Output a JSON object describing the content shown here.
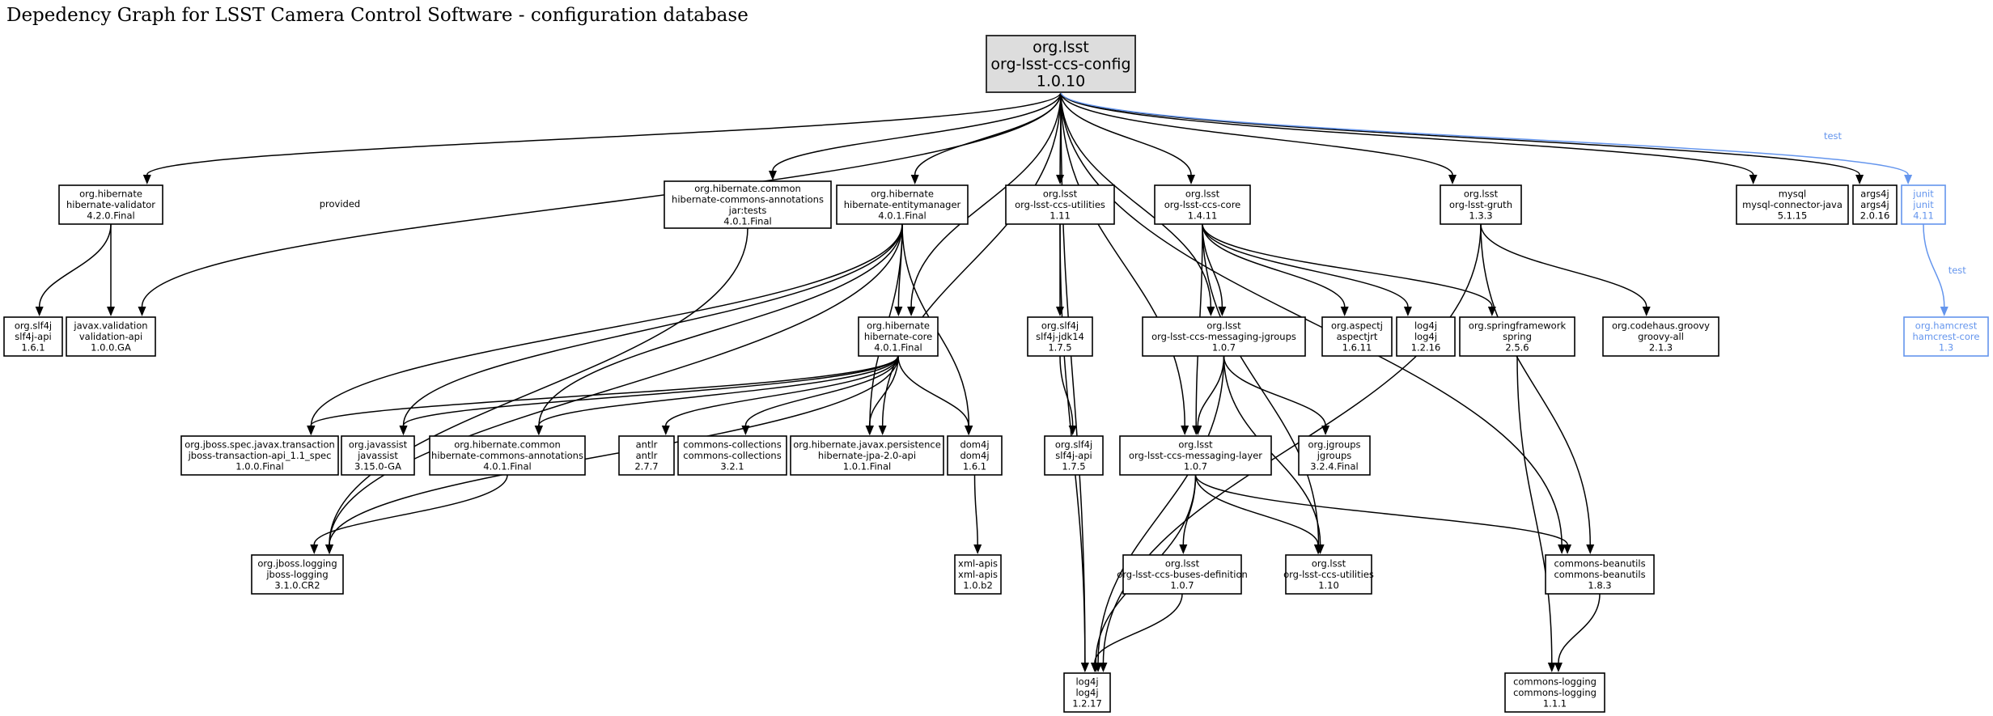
{
  "title": "Depedency Graph for LSST Camera Control Software - configuration database",
  "colors": {
    "test": "#6495ed",
    "root_fill": "#dddddd",
    "default": "#000000"
  },
  "nodes": [
    {
      "id": "root",
      "group": "org.lsst",
      "artifact": "org-lsst-ccs-config",
      "version": "1.0.10",
      "kind": "root"
    },
    {
      "id": "hib-validator",
      "group": "org.hibernate",
      "artifact": "hibernate-validator",
      "version": "4.2.0.Final"
    },
    {
      "id": "hca-tests",
      "group": "org.hibernate.common",
      "artifact": "hibernate-commons-annotations",
      "classifier": "jar:tests",
      "version": "4.0.1.Final"
    },
    {
      "id": "hib-em",
      "group": "org.hibernate",
      "artifact": "hibernate-entitymanager",
      "version": "4.0.1.Final"
    },
    {
      "id": "ccs-utilities-111",
      "group": "org.lsst",
      "artifact": "org-lsst-ccs-utilities",
      "version": "1.11"
    },
    {
      "id": "ccs-core",
      "group": "org.lsst",
      "artifact": "org-lsst-ccs-core",
      "version": "1.4.11"
    },
    {
      "id": "gruth",
      "group": "org.lsst",
      "artifact": "org-lsst-gruth",
      "version": "1.3.3"
    },
    {
      "id": "mysql",
      "group": "mysql",
      "artifact": "mysql-connector-java",
      "version": "5.1.15"
    },
    {
      "id": "args4j",
      "group": "args4j",
      "artifact": "args4j",
      "version": "2.0.16"
    },
    {
      "id": "junit",
      "group": "junit",
      "artifact": "junit",
      "version": "4.11",
      "kind": "test"
    },
    {
      "id": "slf4j-api-161",
      "group": "org.slf4j",
      "artifact": "slf4j-api",
      "version": "1.6.1"
    },
    {
      "id": "validation-api",
      "group": "javax.validation",
      "artifact": "validation-api",
      "version": "1.0.0.GA"
    },
    {
      "id": "hib-core",
      "group": "org.hibernate",
      "artifact": "hibernate-core",
      "version": "4.0.1.Final"
    },
    {
      "id": "slf4j-jdk14",
      "group": "org.slf4j",
      "artifact": "slf4j-jdk14",
      "version": "1.7.5"
    },
    {
      "id": "msg-jgroups",
      "group": "org.lsst",
      "artifact": "org-lsst-ccs-messaging-jgroups",
      "version": "1.0.7"
    },
    {
      "id": "aspectjrt",
      "group": "org.aspectj",
      "artifact": "aspectjrt",
      "version": "1.6.11"
    },
    {
      "id": "log4j-1216",
      "group": "log4j",
      "artifact": "log4j",
      "version": "1.2.16"
    },
    {
      "id": "spring",
      "group": "org.springframework",
      "artifact": "spring",
      "version": "2.5.6"
    },
    {
      "id": "groovy",
      "group": "org.codehaus.groovy",
      "artifact": "groovy-all",
      "version": "2.1.3"
    },
    {
      "id": "hamcrest",
      "group": "org.hamcrest",
      "artifact": "hamcrest-core",
      "version": "1.3",
      "kind": "test"
    },
    {
      "id": "jboss-tx",
      "group": "org.jboss.spec.javax.transaction",
      "artifact": "jboss-transaction-api_1.1_spec",
      "version": "1.0.0.Final"
    },
    {
      "id": "javassist",
      "group": "org.javassist",
      "artifact": "javassist",
      "version": "3.15.0-GA"
    },
    {
      "id": "hca",
      "group": "org.hibernate.common",
      "artifact": "hibernate-commons-annotations",
      "version": "4.0.1.Final"
    },
    {
      "id": "antlr",
      "group": "antlr",
      "artifact": "antlr",
      "version": "2.7.7"
    },
    {
      "id": "commons-collections",
      "group": "commons-collections",
      "artifact": "commons-collections",
      "version": "3.2.1"
    },
    {
      "id": "jpa-api",
      "group": "org.hibernate.javax.persistence",
      "artifact": "hibernate-jpa-2.0-api",
      "version": "1.0.1.Final"
    },
    {
      "id": "dom4j",
      "group": "dom4j",
      "artifact": "dom4j",
      "version": "1.6.1"
    },
    {
      "id": "slf4j-api-175",
      "group": "org.slf4j",
      "artifact": "slf4j-api",
      "version": "1.7.5"
    },
    {
      "id": "msg-layer",
      "group": "org.lsst",
      "artifact": "org-lsst-ccs-messaging-layer",
      "version": "1.0.7"
    },
    {
      "id": "jgroups",
      "group": "org.jgroups",
      "artifact": "jgroups",
      "version": "3.2.4.Final"
    },
    {
      "id": "jboss-logging",
      "group": "org.jboss.logging",
      "artifact": "jboss-logging",
      "version": "3.1.0.CR2"
    },
    {
      "id": "xml-apis",
      "group": "xml-apis",
      "artifact": "xml-apis",
      "version": "1.0.b2"
    },
    {
      "id": "buses-def",
      "group": "org.lsst",
      "artifact": "org-lsst-ccs-buses-definition",
      "version": "1.0.7"
    },
    {
      "id": "ccs-utilities-110",
      "group": "org.lsst",
      "artifact": "org-lsst-ccs-utilities",
      "version": "1.10"
    },
    {
      "id": "beanutils",
      "group": "commons-beanutils",
      "artifact": "commons-beanutils",
      "version": "1.8.3"
    },
    {
      "id": "log4j-1217",
      "group": "log4j",
      "artifact": "log4j",
      "version": "1.2.17"
    },
    {
      "id": "commons-logging",
      "group": "commons-logging",
      "artifact": "commons-logging",
      "version": "1.1.1"
    }
  ],
  "edges": [
    {
      "from": "root",
      "to": "hib-validator"
    },
    {
      "from": "root",
      "to": "validation-api",
      "label": "provided"
    },
    {
      "from": "root",
      "to": "hca-tests"
    },
    {
      "from": "root",
      "to": "hib-em"
    },
    {
      "from": "root",
      "to": "hib-core"
    },
    {
      "from": "root",
      "to": "jpa-api"
    },
    {
      "from": "root",
      "to": "ccs-utilities-111"
    },
    {
      "from": "root",
      "to": "log4j-1217"
    },
    {
      "from": "root",
      "to": "msg-layer"
    },
    {
      "from": "root",
      "to": "msg-jgroups"
    },
    {
      "from": "root",
      "to": "ccs-core"
    },
    {
      "from": "root",
      "to": "gruth"
    },
    {
      "from": "root",
      "to": "beanutils"
    },
    {
      "from": "root",
      "to": "mysql"
    },
    {
      "from": "root",
      "to": "args4j"
    },
    {
      "from": "root",
      "to": "junit",
      "label": "test",
      "kind": "test"
    },
    {
      "from": "hib-validator",
      "to": "slf4j-api-161"
    },
    {
      "from": "hib-validator",
      "to": "validation-api"
    },
    {
      "from": "hca-tests",
      "to": "jboss-logging"
    },
    {
      "from": "hib-em",
      "to": "hib-core"
    },
    {
      "from": "hib-em",
      "to": "jboss-tx"
    },
    {
      "from": "hib-em",
      "to": "javassist"
    },
    {
      "from": "hib-em",
      "to": "hca"
    },
    {
      "from": "hib-em",
      "to": "jpa-api"
    },
    {
      "from": "hib-em",
      "to": "dom4j"
    },
    {
      "from": "hib-em",
      "to": "jboss-logging"
    },
    {
      "from": "hib-core",
      "to": "jboss-tx"
    },
    {
      "from": "hib-core",
      "to": "javassist"
    },
    {
      "from": "hib-core",
      "to": "hca"
    },
    {
      "from": "hib-core",
      "to": "antlr"
    },
    {
      "from": "hib-core",
      "to": "commons-collections"
    },
    {
      "from": "hib-core",
      "to": "jpa-api"
    },
    {
      "from": "hib-core",
      "to": "dom4j"
    },
    {
      "from": "hib-core",
      "to": "jboss-logging"
    },
    {
      "from": "hca",
      "to": "jboss-logging"
    },
    {
      "from": "dom4j",
      "to": "xml-apis"
    },
    {
      "from": "ccs-utilities-111",
      "to": "slf4j-jdk14"
    },
    {
      "from": "ccs-utilities-111",
      "to": "log4j-1217"
    },
    {
      "from": "slf4j-jdk14",
      "to": "slf4j-api-175"
    },
    {
      "from": "ccs-core",
      "to": "msg-jgroups"
    },
    {
      "from": "ccs-core",
      "to": "msg-layer"
    },
    {
      "from": "ccs-core",
      "to": "aspectjrt"
    },
    {
      "from": "ccs-core",
      "to": "log4j-1216"
    },
    {
      "from": "ccs-core",
      "to": "spring"
    },
    {
      "from": "ccs-core",
      "to": "ccs-utilities-110"
    },
    {
      "from": "msg-jgroups",
      "to": "msg-layer"
    },
    {
      "from": "msg-jgroups",
      "to": "jgroups"
    },
    {
      "from": "msg-jgroups",
      "to": "ccs-utilities-110"
    },
    {
      "from": "msg-jgroups",
      "to": "log4j-1217"
    },
    {
      "from": "msg-layer",
      "to": "buses-def"
    },
    {
      "from": "msg-layer",
      "to": "ccs-utilities-110"
    },
    {
      "from": "msg-layer",
      "to": "beanutils"
    },
    {
      "from": "msg-layer",
      "to": "log4j-1217"
    },
    {
      "from": "buses-def",
      "to": "log4j-1217"
    },
    {
      "from": "spring",
      "to": "commons-logging"
    },
    {
      "from": "gruth",
      "to": "groovy"
    },
    {
      "from": "gruth",
      "to": "beanutils"
    },
    {
      "from": "gruth",
      "to": "log4j-1217"
    },
    {
      "from": "beanutils",
      "to": "commons-logging"
    },
    {
      "from": "junit",
      "to": "hamcrest",
      "label": "test",
      "kind": "test"
    }
  ]
}
